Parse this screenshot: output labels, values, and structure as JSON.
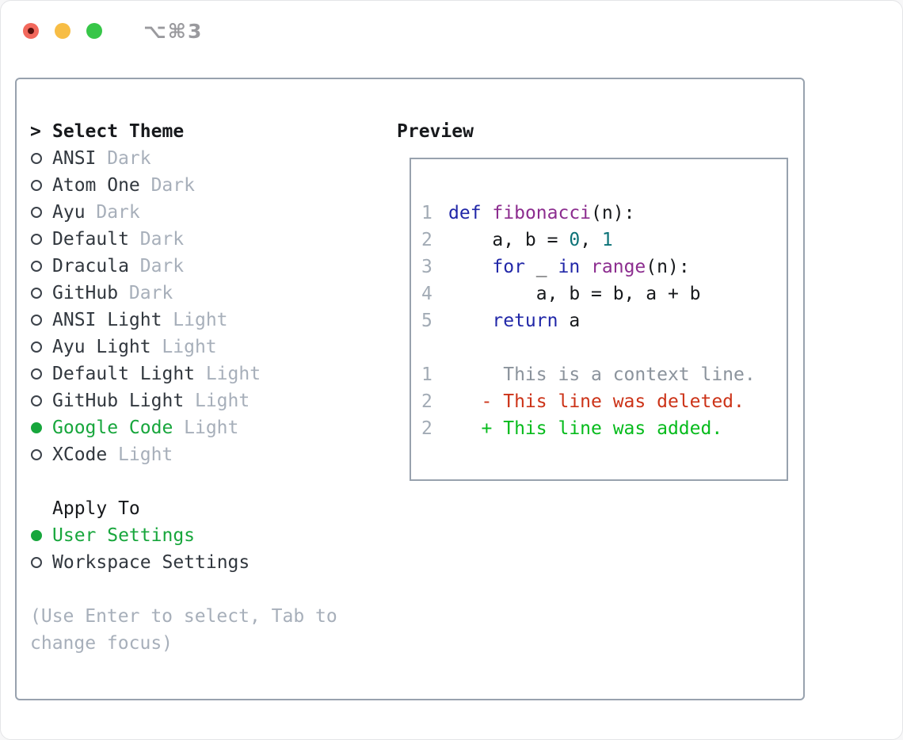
{
  "titlebar": {
    "shortcut": "⌥⌘3"
  },
  "theme_panel": {
    "header_prefix": ">",
    "header": "Select Theme",
    "themes": [
      {
        "name": "ANSI",
        "variant": "Dark",
        "selected": false
      },
      {
        "name": "Atom One",
        "variant": "Dark",
        "selected": false
      },
      {
        "name": "Ayu",
        "variant": "Dark",
        "selected": false
      },
      {
        "name": "Default",
        "variant": "Dark",
        "selected": false
      },
      {
        "name": "Dracula",
        "variant": "Dark",
        "selected": false
      },
      {
        "name": "GitHub",
        "variant": "Dark",
        "selected": false
      },
      {
        "name": "ANSI Light",
        "variant": "Light",
        "selected": false
      },
      {
        "name": "Ayu Light",
        "variant": "Light",
        "selected": false
      },
      {
        "name": "Default Light",
        "variant": "Light",
        "selected": false
      },
      {
        "name": "GitHub Light",
        "variant": "Light",
        "selected": false
      },
      {
        "name": "Google Code",
        "variant": "Light",
        "selected": true
      },
      {
        "name": "XCode",
        "variant": "Light",
        "selected": false
      }
    ],
    "apply_to": {
      "label": "Apply To",
      "options": [
        {
          "name": "User Settings",
          "selected": true
        },
        {
          "name": "Workspace Settings",
          "selected": false
        }
      ]
    },
    "hint": "(Use Enter to select, Tab to change focus)"
  },
  "preview": {
    "title": "Preview",
    "lines": [
      {
        "num": "1",
        "segments": [
          {
            "text": "def",
            "color": "keyword"
          },
          {
            "text": " ",
            "color": "plain"
          },
          {
            "text": "fibonacci",
            "color": "function"
          },
          {
            "text": "(n):",
            "color": "plain"
          }
        ]
      },
      {
        "num": "2",
        "segments": [
          {
            "text": "    a, b = ",
            "color": "plain"
          },
          {
            "text": "0",
            "color": "literal"
          },
          {
            "text": ", ",
            "color": "plain"
          },
          {
            "text": "1",
            "color": "literal"
          }
        ]
      },
      {
        "num": "3",
        "segments": [
          {
            "text": "    ",
            "color": "plain"
          },
          {
            "text": "for",
            "color": "keyword"
          },
          {
            "text": " _ ",
            "color": "plain"
          },
          {
            "text": "in",
            "color": "keyword"
          },
          {
            "text": " ",
            "color": "plain"
          },
          {
            "text": "range",
            "color": "function"
          },
          {
            "text": "(n):",
            "color": "plain"
          }
        ]
      },
      {
        "num": "4",
        "segments": [
          {
            "text": "        a, b = b, a + b",
            "color": "plain"
          }
        ]
      },
      {
        "num": "5",
        "segments": [
          {
            "text": "    ",
            "color": "plain"
          },
          {
            "text": "return",
            "color": "keyword"
          },
          {
            "text": " a",
            "color": "plain"
          }
        ]
      },
      {
        "num": "",
        "segments": []
      },
      {
        "num": "1",
        "segments": [
          {
            "text": "     This is a context line.",
            "color": "context"
          }
        ]
      },
      {
        "num": "2",
        "segments": [
          {
            "text": "   - This line was deleted.",
            "color": "deleted"
          }
        ]
      },
      {
        "num": "2",
        "segments": [
          {
            "text": "   + This line was added.",
            "color": "added"
          }
        ]
      }
    ]
  },
  "colors": {
    "selection_green": "#17a63c",
    "muted_gray": "#a7afba",
    "text_dark": "#31373e",
    "text_black": "#17191c",
    "line_number_gray": "#a2abb5",
    "context_gray": "#8b939c",
    "deleted_red": "#cc3318",
    "added_green": "#06bb1c",
    "keyword_blue": "#2127a8",
    "function_purple": "#8c2d8f",
    "literal_teal": "#0d7378",
    "frame_border": "#98a2ae"
  }
}
